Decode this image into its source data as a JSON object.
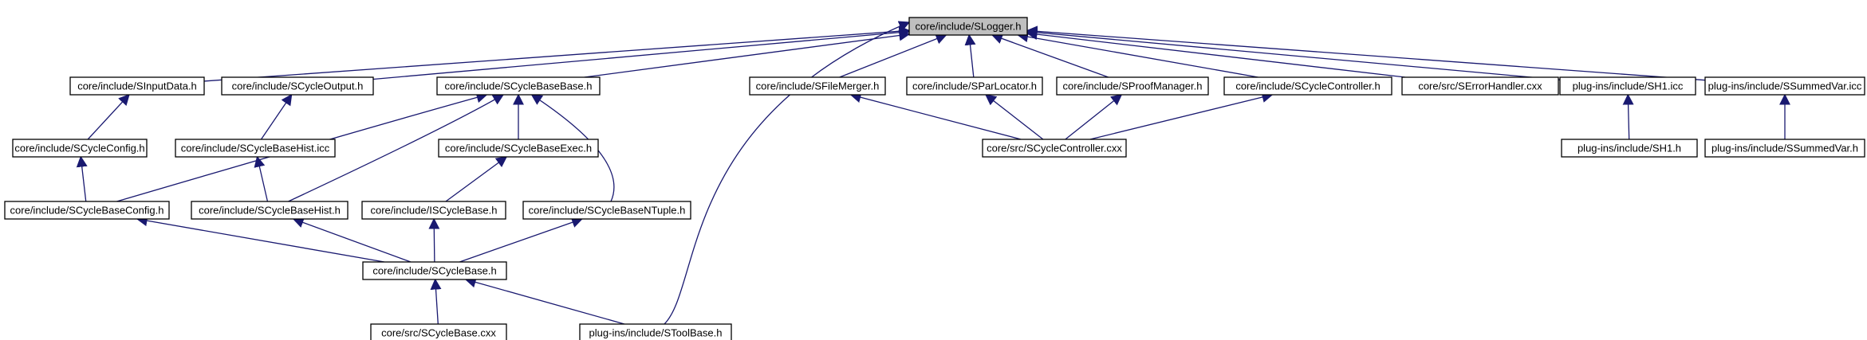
{
  "graph": {
    "title": "",
    "nodes": [
      {
        "id": "slogger",
        "label": "core/include/SLogger.h",
        "root": true
      },
      {
        "id": "sinputdata",
        "label": "core/include/SInputData.h"
      },
      {
        "id": "scycleoutput",
        "label": "core/include/SCycleOutput.h"
      },
      {
        "id": "scyclebasebase",
        "label": "core/include/SCycleBaseBase.h"
      },
      {
        "id": "sfilemerger",
        "label": "core/include/SFileMerger.h"
      },
      {
        "id": "sparlocator",
        "label": "core/include/SParLocator.h"
      },
      {
        "id": "sproofmanager",
        "label": "core/include/SProofManager.h"
      },
      {
        "id": "scyclecontroller_h",
        "label": "core/include/SCycleController.h"
      },
      {
        "id": "serrorhandler",
        "label": "core/src/SErrorHandler.cxx"
      },
      {
        "id": "sh1_icc",
        "label": "plug-ins/include/SH1.icc"
      },
      {
        "id": "ssummedvar_icc",
        "label": "plug-ins/include/SSummedVar.icc"
      },
      {
        "id": "scycleconfig",
        "label": "core/include/SCycleConfig.h"
      },
      {
        "id": "scyclebasehist_icc",
        "label": "core/include/SCycleBaseHist.icc"
      },
      {
        "id": "scyclebaseexec",
        "label": "core/include/SCycleBaseExec.h"
      },
      {
        "id": "scyclecontroller_cxx",
        "label": "core/src/SCycleController.cxx"
      },
      {
        "id": "sh1_h",
        "label": "plug-ins/include/SH1.h"
      },
      {
        "id": "ssummedvar_h",
        "label": "plug-ins/include/SSummedVar.h"
      },
      {
        "id": "scyclebaseconfig",
        "label": "core/include/SCycleBaseConfig.h"
      },
      {
        "id": "scyclebasehist_h",
        "label": "core/include/SCycleBaseHist.h"
      },
      {
        "id": "iscyclebase",
        "label": "core/include/ISCycleBase.h"
      },
      {
        "id": "scyclebasentuple",
        "label": "core/include/SCycleBaseNTuple.h"
      },
      {
        "id": "scyclebase_h",
        "label": "core/include/SCycleBase.h"
      },
      {
        "id": "scyclebase_cxx",
        "label": "core/src/SCycleBase.cxx"
      },
      {
        "id": "stoolbase",
        "label": "plug-ins/include/SToolBase.h"
      }
    ],
    "edges": [
      {
        "from": "sinputdata",
        "to": "slogger"
      },
      {
        "from": "scycleoutput",
        "to": "slogger"
      },
      {
        "from": "scyclebasebase",
        "to": "slogger"
      },
      {
        "from": "stoolbase",
        "to": "slogger"
      },
      {
        "from": "sfilemerger",
        "to": "slogger"
      },
      {
        "from": "sparlocator",
        "to": "slogger"
      },
      {
        "from": "sproofmanager",
        "to": "slogger"
      },
      {
        "from": "scyclecontroller_h",
        "to": "slogger"
      },
      {
        "from": "serrorhandler",
        "to": "slogger"
      },
      {
        "from": "sh1_icc",
        "to": "slogger"
      },
      {
        "from": "ssummedvar_icc",
        "to": "slogger"
      },
      {
        "from": "scycleconfig",
        "to": "sinputdata"
      },
      {
        "from": "scyclebaseconfig",
        "to": "scycleconfig"
      },
      {
        "from": "scyclebasehist_icc",
        "to": "scycleoutput"
      },
      {
        "from": "scyclebasehist_h",
        "to": "scyclebasehist_icc"
      },
      {
        "from": "scyclebaseconfig",
        "to": "scyclebasebase"
      },
      {
        "from": "scyclebasehist_h",
        "to": "scyclebasebase"
      },
      {
        "from": "scyclebaseexec",
        "to": "scyclebasebase"
      },
      {
        "from": "scyclebasentuple",
        "to": "scyclebasebase"
      },
      {
        "from": "iscyclebase",
        "to": "scyclebaseexec"
      },
      {
        "from": "scyclebase_h",
        "to": "iscyclebase"
      },
      {
        "from": "scyclebase_h",
        "to": "scyclebaseconfig"
      },
      {
        "from": "scyclebase_h",
        "to": "scyclebasehist_h"
      },
      {
        "from": "scyclebase_h",
        "to": "scyclebasentuple"
      },
      {
        "from": "scyclebase_cxx",
        "to": "scyclebase_h"
      },
      {
        "from": "stoolbase",
        "to": "scyclebase_h"
      },
      {
        "from": "scyclecontroller_cxx",
        "to": "sfilemerger"
      },
      {
        "from": "scyclecontroller_cxx",
        "to": "sparlocator"
      },
      {
        "from": "scyclecontroller_cxx",
        "to": "sproofmanager"
      },
      {
        "from": "scyclecontroller_cxx",
        "to": "scyclecontroller_h"
      },
      {
        "from": "sh1_h",
        "to": "sh1_icc"
      },
      {
        "from": "ssummedvar_h",
        "to": "ssummedvar_icc"
      }
    ]
  }
}
